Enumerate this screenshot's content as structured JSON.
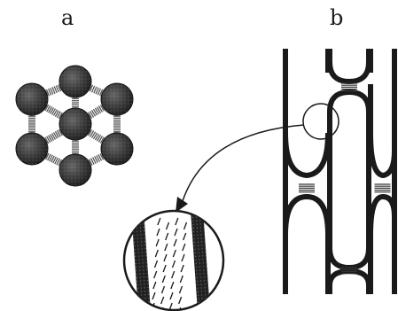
{
  "labels": {
    "a": "a",
    "b": "b"
  },
  "colors": {
    "ink": "#1a1a1a",
    "sphere": "#3a3a3a",
    "bond": "#555555",
    "background": "#ffffff"
  },
  "panel_a": {
    "type": "hexagonal-packed-spheres",
    "sphere_count": 7
  },
  "panel_b": {
    "type": "elongated-ring-network-with-bonds",
    "zoom_detail": "magnified-wall-cross-section"
  }
}
